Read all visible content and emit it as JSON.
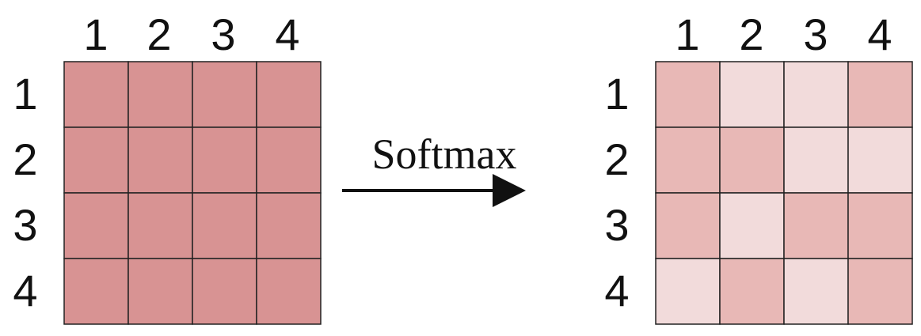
{
  "input_matrix": {
    "col_labels": [
      "1",
      "2",
      "3",
      "4"
    ],
    "row_labels": [
      "1",
      "2",
      "3",
      "4"
    ],
    "cell_colors": [
      [
        "#d89393",
        "#d89393",
        "#d89393",
        "#d89393"
      ],
      [
        "#d89393",
        "#d89393",
        "#d89393",
        "#d89393"
      ],
      [
        "#d89393",
        "#d89393",
        "#d89393",
        "#d89393"
      ],
      [
        "#d89393",
        "#d89393",
        "#d89393",
        "#d89393"
      ]
    ]
  },
  "operation": {
    "label": "Softmax"
  },
  "output_matrix": {
    "col_labels": [
      "1",
      "2",
      "3",
      "4"
    ],
    "row_labels": [
      "1",
      "2",
      "3",
      "4"
    ],
    "cell_colors": [
      [
        "#e8b8b6",
        "#f2dbdb",
        "#f2dbdb",
        "#e8b8b6"
      ],
      [
        "#e8b8b6",
        "#e8b8b6",
        "#f2dbdb",
        "#f2dbdb"
      ],
      [
        "#e8b8b6",
        "#f2dbdb",
        "#e8b8b6",
        "#e8b8b6"
      ],
      [
        "#f2dbdb",
        "#e8b8b6",
        "#f2dbdb",
        "#e8b8b6"
      ]
    ]
  },
  "colors": {
    "grid_line": "#222222",
    "text": "#111111",
    "arrow": "#111111"
  }
}
